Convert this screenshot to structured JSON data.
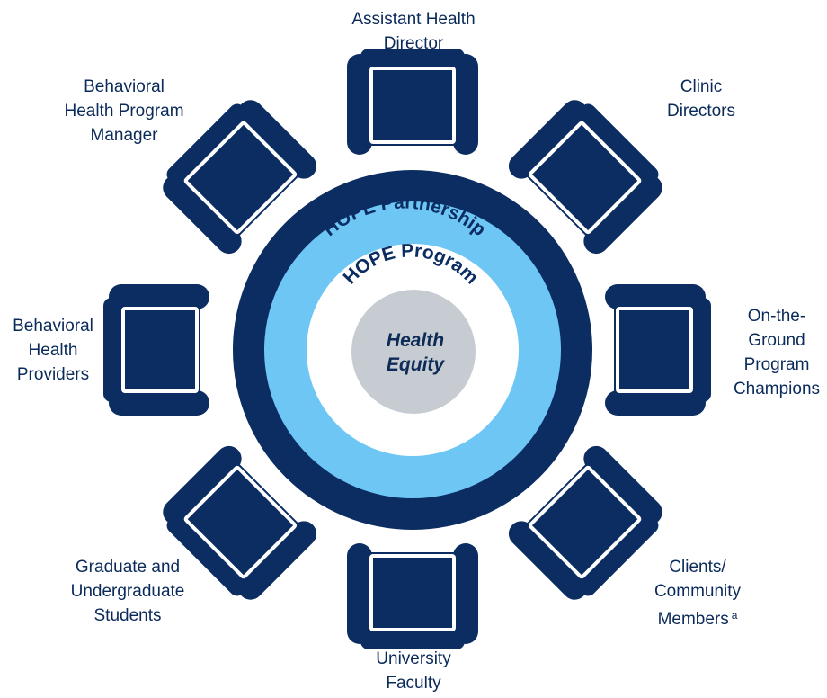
{
  "diagram": {
    "center_label_lines": [
      "Health",
      "Equity"
    ],
    "inner_ring_label": "HOPE Program",
    "outer_ring_label": "HOPE Partnership",
    "colors": {
      "navy": "#0b2d62",
      "light_blue": "#6ec6f5",
      "white": "#ffffff",
      "center_gray": "#c7ccd3",
      "text": "#0a2a5a"
    },
    "seats": [
      {
        "id": "top",
        "lines": [
          "Assistant Health",
          "Director"
        ]
      },
      {
        "id": "top-right",
        "lines": [
          "Clinic",
          "Directors"
        ]
      },
      {
        "id": "right",
        "lines": [
          "On-the-",
          "Ground",
          "Program",
          "Champions"
        ]
      },
      {
        "id": "bottom-right",
        "lines": [
          "Clients/",
          "Community",
          "Members"
        ],
        "footnote": "a"
      },
      {
        "id": "bottom",
        "lines": [
          "University",
          "Faculty"
        ]
      },
      {
        "id": "bottom-left",
        "lines": [
          "Graduate and",
          "Undergraduate",
          "Students"
        ]
      },
      {
        "id": "left",
        "lines": [
          "Behavioral",
          "Health",
          "Providers"
        ]
      },
      {
        "id": "top-left",
        "lines": [
          "Behavioral",
          "Health Program",
          "Manager"
        ]
      }
    ]
  }
}
